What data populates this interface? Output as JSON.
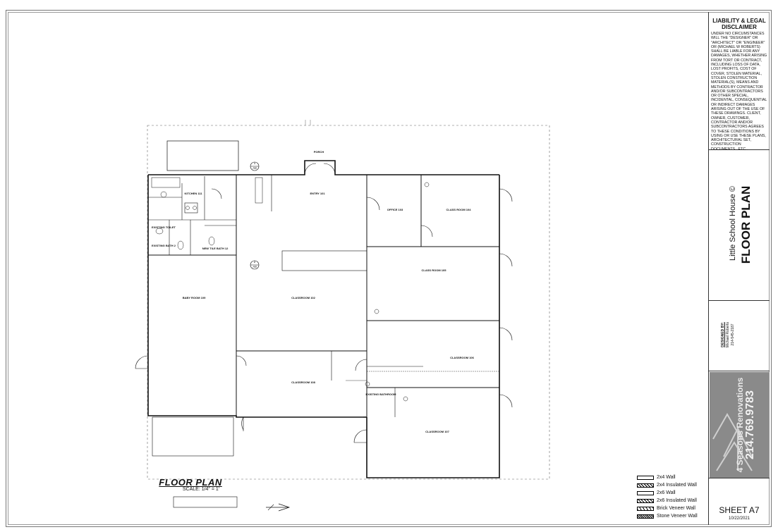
{
  "titleblock": {
    "disclaimer_title": "LIABILITY & LEGAL DISCLAIMER",
    "disclaimer_body": "UNDER NO CIRCUMSTANCES WILL THE \"DESIGNER\" OR \"ARCHITECT\" OR \"ENGINEER\" OR (MICHAEL W ROBERTS) SHALL BE LIABLE FOR ANY DAMAGES, WHETHER ARISING FROM TORT OR CONTRACT, INCLUDING LOSS OF DATA, LOST PROFITS, COST OF COVER, STOLEN MATERIAL, STOLEN CONSTRUCTION MATERIAL(S), MEANS AND METHODS BY CONTRACTOR AND/OR SUBCONTRACTORS OR OTHER SPECIAL, INCIDENTAL, CONSEQUENTIAL OR INDIRECT DAMAGES ARISING OUT OF THE USE OF THESE DRAWINGS. CLIENT, OWNER, CUSTOMER, CONTRACTOR AND/OR SUBCONTRACTORS AGREES TO THESE CONDITIONS BY USING OR USE THESE PLANS, ARCHITECTURAL SET, CONSTRUCTION DOCUMENTS...ETC..",
    "project_name": "Little School House ©",
    "sheet_name": "FLOOR PLAN",
    "designed_by_label": "DESIGNED BY:",
    "designer_name": "Michael Roberts",
    "designer_phone": "214-545-2187",
    "company_name": "4 Seasons Renovations",
    "company_phone": "214.769.9783",
    "sheet_number": "SHEET  A7",
    "date": "10/22/2021"
  },
  "legend": [
    {
      "label": "2x4 Wall",
      "pattern": "solid"
    },
    {
      "label": "2x4 Insulated Wall",
      "pattern": "x"
    },
    {
      "label": "2x6 Wall",
      "pattern": "solid"
    },
    {
      "label": "2x6 Insulated Wall",
      "pattern": "x"
    },
    {
      "label": "Brick Veneer Wall",
      "pattern": "hatch"
    },
    {
      "label": "Stone Veneer Wall",
      "pattern": "x"
    }
  ],
  "plan": {
    "title": "FLOOR PLAN",
    "scale": "SCALE:  1/4\" = 1'",
    "rooms": [
      {
        "name": "PORCH"
      },
      {
        "name": "ENTRY 101"
      },
      {
        "name": "OFFICE 103"
      },
      {
        "name": "CLASS ROOM 104"
      },
      {
        "name": "KITCHEN 111"
      },
      {
        "name": "EXISTING TOILET"
      },
      {
        "name": "EXISTING BATH 2"
      },
      {
        "name": "NEW TILE BATH 12"
      },
      {
        "name": "CLASS ROOM 105"
      },
      {
        "name": "BABY ROOM 109"
      },
      {
        "name": "CLASSROOM 102"
      },
      {
        "name": "CLASSROOM 106"
      },
      {
        "name": "CLASSROOM 108"
      },
      {
        "name": "EXISTING BATHROOM"
      },
      {
        "name": "CLASSROOM 107"
      }
    ],
    "section_marks": [
      {
        "num": "1",
        "sheet": "A8"
      },
      {
        "num": "2",
        "sheet": "A8"
      }
    ]
  },
  "colors": {
    "line": "#111111",
    "paper": "#ffffff",
    "logo_bg": "#8a8a8a"
  }
}
